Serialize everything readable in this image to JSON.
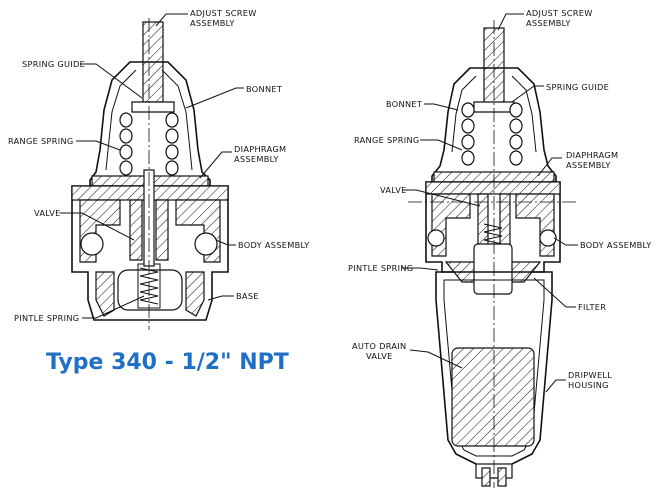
{
  "title": "Type 340 - 1/2\" NPT",
  "left_labels": {
    "adjust_screw": [
      "ADJUST SCREW",
      "ASSEMBLY"
    ],
    "spring_guide": "SPRING GUIDE",
    "bonnet": "BONNET",
    "range_spring": "RANGE SPRING",
    "diaphragm": [
      "DIAPHRAGM",
      "ASSEMBLY"
    ],
    "valve": "VALVE",
    "body_assembly": "BODY ASSEMBLY",
    "base": "BASE",
    "pintle_spring": "PINTLE SPRING"
  },
  "right_labels": {
    "adjust_screw": [
      "ADJUST SCREW",
      "ASSEMBLY"
    ],
    "spring_guide": "SPRING GUIDE",
    "bonnet": "BONNET",
    "range_spring": "RANGE SPRING",
    "diaphragm": [
      "DIAPHRAGM",
      "ASSEMBLY"
    ],
    "valve": "VALVE",
    "body_assembly": "BODY ASSEMBLY",
    "pintle_spring": "PINTLE SPRING",
    "filter": "FILTER",
    "auto_drain": [
      "AUTO DRAIN",
      "VALVE"
    ],
    "dripwell": [
      "DRIPWELL",
      "HOUSING"
    ]
  }
}
